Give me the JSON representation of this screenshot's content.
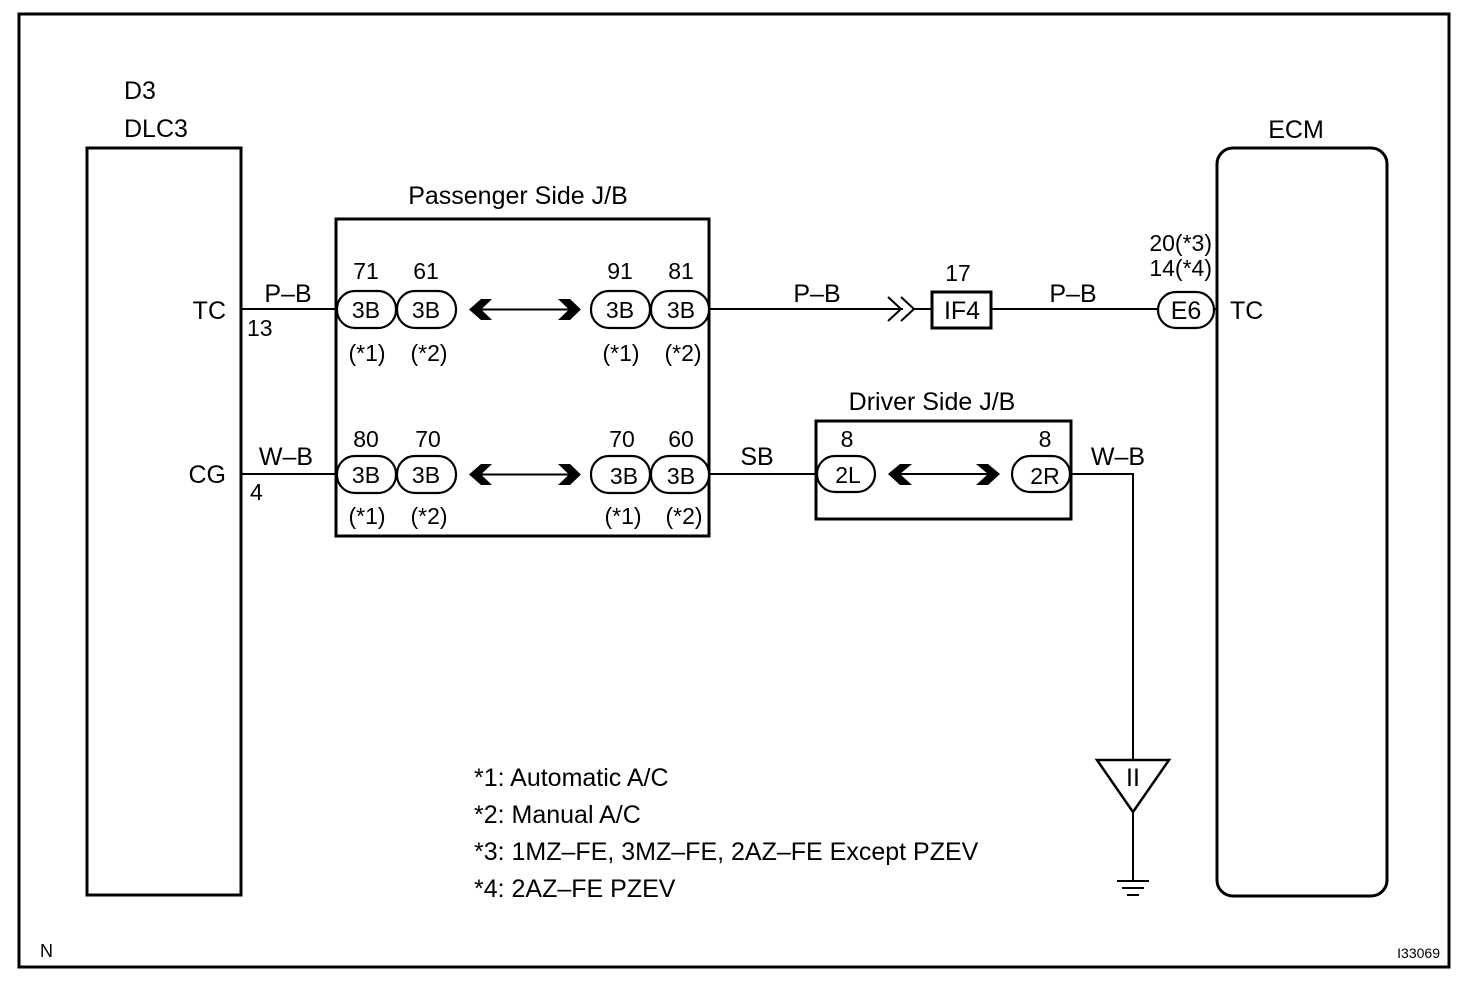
{
  "diagram": {
    "dlc3": {
      "code": "D3",
      "name": "DLC3",
      "pin_tc": "TC",
      "pin_tc_num": "13",
      "pin_cg": "CG",
      "pin_cg_num": "4"
    },
    "ecm": {
      "name": "ECM",
      "pin_tc": "TC",
      "connector": "E6",
      "pin_num_1": "20(*3)",
      "pin_num_2": "14(*4)"
    },
    "passenger_jb": {
      "title": "Passenger Side J/B",
      "top_row": {
        "left": [
          {
            "num": "71",
            "conn": "3B",
            "note": "(*1)"
          },
          {
            "num": "61",
            "conn": "3B",
            "note": "(*2)"
          }
        ],
        "right": [
          {
            "num": "91",
            "conn": "3B",
            "note": "(*1)"
          },
          {
            "num": "81",
            "conn": "3B",
            "note": "(*2)"
          }
        ]
      },
      "bottom_row": {
        "left": [
          {
            "num": "80",
            "conn": "3B",
            "note": "(*1)"
          },
          {
            "num": "70",
            "conn": "3B",
            "note": "(*2)"
          }
        ],
        "right": [
          {
            "num": "70",
            "conn": "3B",
            "note": "(*1)"
          },
          {
            "num": "60",
            "conn": "3B",
            "note": "(*2)"
          }
        ]
      }
    },
    "driver_jb": {
      "title": "Driver Side J/B",
      "left": {
        "num": "8",
        "conn": "2L"
      },
      "right": {
        "num": "8",
        "conn": "2R"
      }
    },
    "wires": {
      "tc_left": "P–B",
      "tc_mid": "P–B",
      "tc_right": "P–B",
      "cg_left": "W–B",
      "cg_mid": "SB",
      "cg_right": "W–B"
    },
    "inline_connector": {
      "num": "17",
      "label": "IF4"
    },
    "ground": {
      "label": "II"
    },
    "notes": [
      "*1: Automatic A/C",
      "*2: Manual A/C",
      "*3: 1MZ–FE, 3MZ–FE, 2AZ–FE Except PZEV",
      "*4: 2AZ–FE PZEV"
    ],
    "corner_left": "N",
    "corner_right": "I33069"
  }
}
